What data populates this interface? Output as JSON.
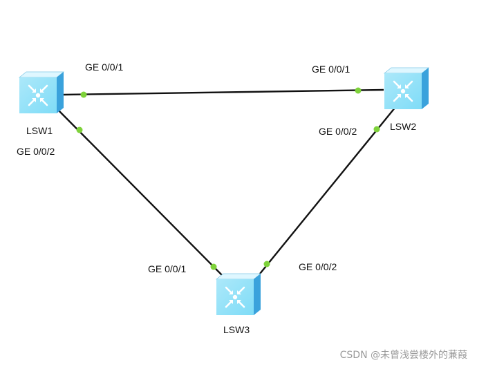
{
  "colors": {
    "link": "#111111",
    "port_dot": "#7ed23a",
    "switch_top": "#dff7ff",
    "switch_front": "#7fdcf7",
    "switch_side": "#3aa2dc"
  },
  "nodes": {
    "lsw1": {
      "label": "LSW1",
      "icon": "switch-icon"
    },
    "lsw2": {
      "label": "LSW2",
      "icon": "switch-icon"
    },
    "lsw3": {
      "label": "LSW3",
      "icon": "switch-icon"
    }
  },
  "links": {
    "lsw1_lsw2": {
      "a_port": "GE 0/0/1",
      "b_port": "GE 0/0/1"
    },
    "lsw1_lsw3": {
      "a_port": "GE 0/0/2",
      "b_port": "GE 0/0/1"
    },
    "lsw2_lsw3": {
      "a_port": "GE 0/0/2",
      "b_port": "GE 0/0/2"
    }
  },
  "watermark": "CSDN @未曾浅尝楼外的蒹葭"
}
